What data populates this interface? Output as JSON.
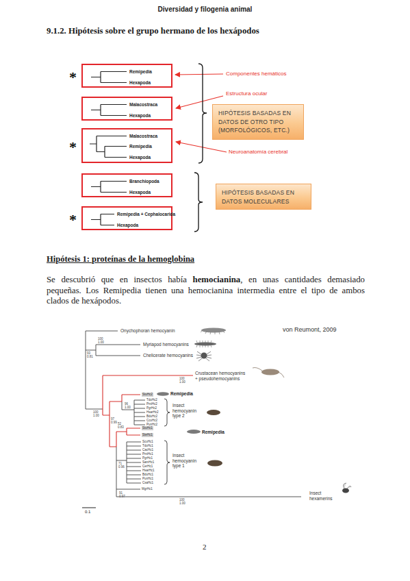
{
  "diagram": {
    "title": "9.1.2. Hipótesis sobre el grupo hermano de los hexápodos",
    "nodes": [
      {
        "text": [
          "Remipedia",
          "Hexapoda"
        ]
      },
      {
        "text": [
          "Malacostraca",
          "Hexapoda"
        ]
      },
      {
        "text": [
          "HIPÓTESIS BASADAS EN DATOS DE OTRO TIPO (MORFOLÓGICOS, ETC.)"
        ]
      },
      {
        "text": [
          "Malacostraca",
          "Remipedia",
          "Hexapoda"
        ]
      },
      {
        "text": [
          "Branchiopoda",
          "Hexapoda"
        ]
      },
      {
        "text": [
          "HIPÓTESIS BASADAS EN DATOS MOLECULARES"
        ]
      },
      {
        "text": [
          "Remipedia + Cephalocarida",
          "Hexapoda"
        ]
      }
    ],
    "labels": [
      "Diversidad y filogenia animal",
      "*",
      "Componentes hemáticos",
      "Estructura ocular",
      "*",
      "Neuroanatomía cerebral",
      "*",
      "Hipótesis 1: proteínas de la hemoglobina",
      "Se descubrió que en insectos había",
      "hemocianina",
      ", en unas cantidades demasiado pequeñas. Los Remipedia tienen una hemocianina intermedia entre el tipo de ambos clados de hexápodos.",
      "Onychophoran hemocyanin",
      "von Reumont, 2009",
      "Myriapod hemocyanins",
      "100 1.00",
      "93 0.81",
      "Chelicerate hemocyanins",
      "Crustacean hemocyanins + pseudohemocyanins",
      "100 1.00",
      "100 1.00",
      "StuHc2",
      "Remipedia",
      "96 1.00",
      "TdoHc2",
      "PmiHc2",
      "PgrHc2",
      "HsarHc2",
      "BduHc2",
      "CcoHc2",
      "PunHc2",
      "Insect hemocyanin type 2",
      "97 0.99",
      "52 0.83",
      "StuHc1",
      "SteHc1",
      "Remipedia",
      "ScuHc1",
      "TdoHc1",
      "CacHc1",
      "PmiHc1",
      "PgrHc1",
      "SamHc1",
      "CerHc1",
      "HsarHc1",
      "BduHc1",
      "PunHc1",
      "CsaHc1",
      "Insect hemocyanin type 1",
      "71 0.96",
      "MgrHc1",
      "91 0.97",
      "100 1.00",
      "Insect hexamerins",
      "0.1",
      "2"
    ]
  }
}
